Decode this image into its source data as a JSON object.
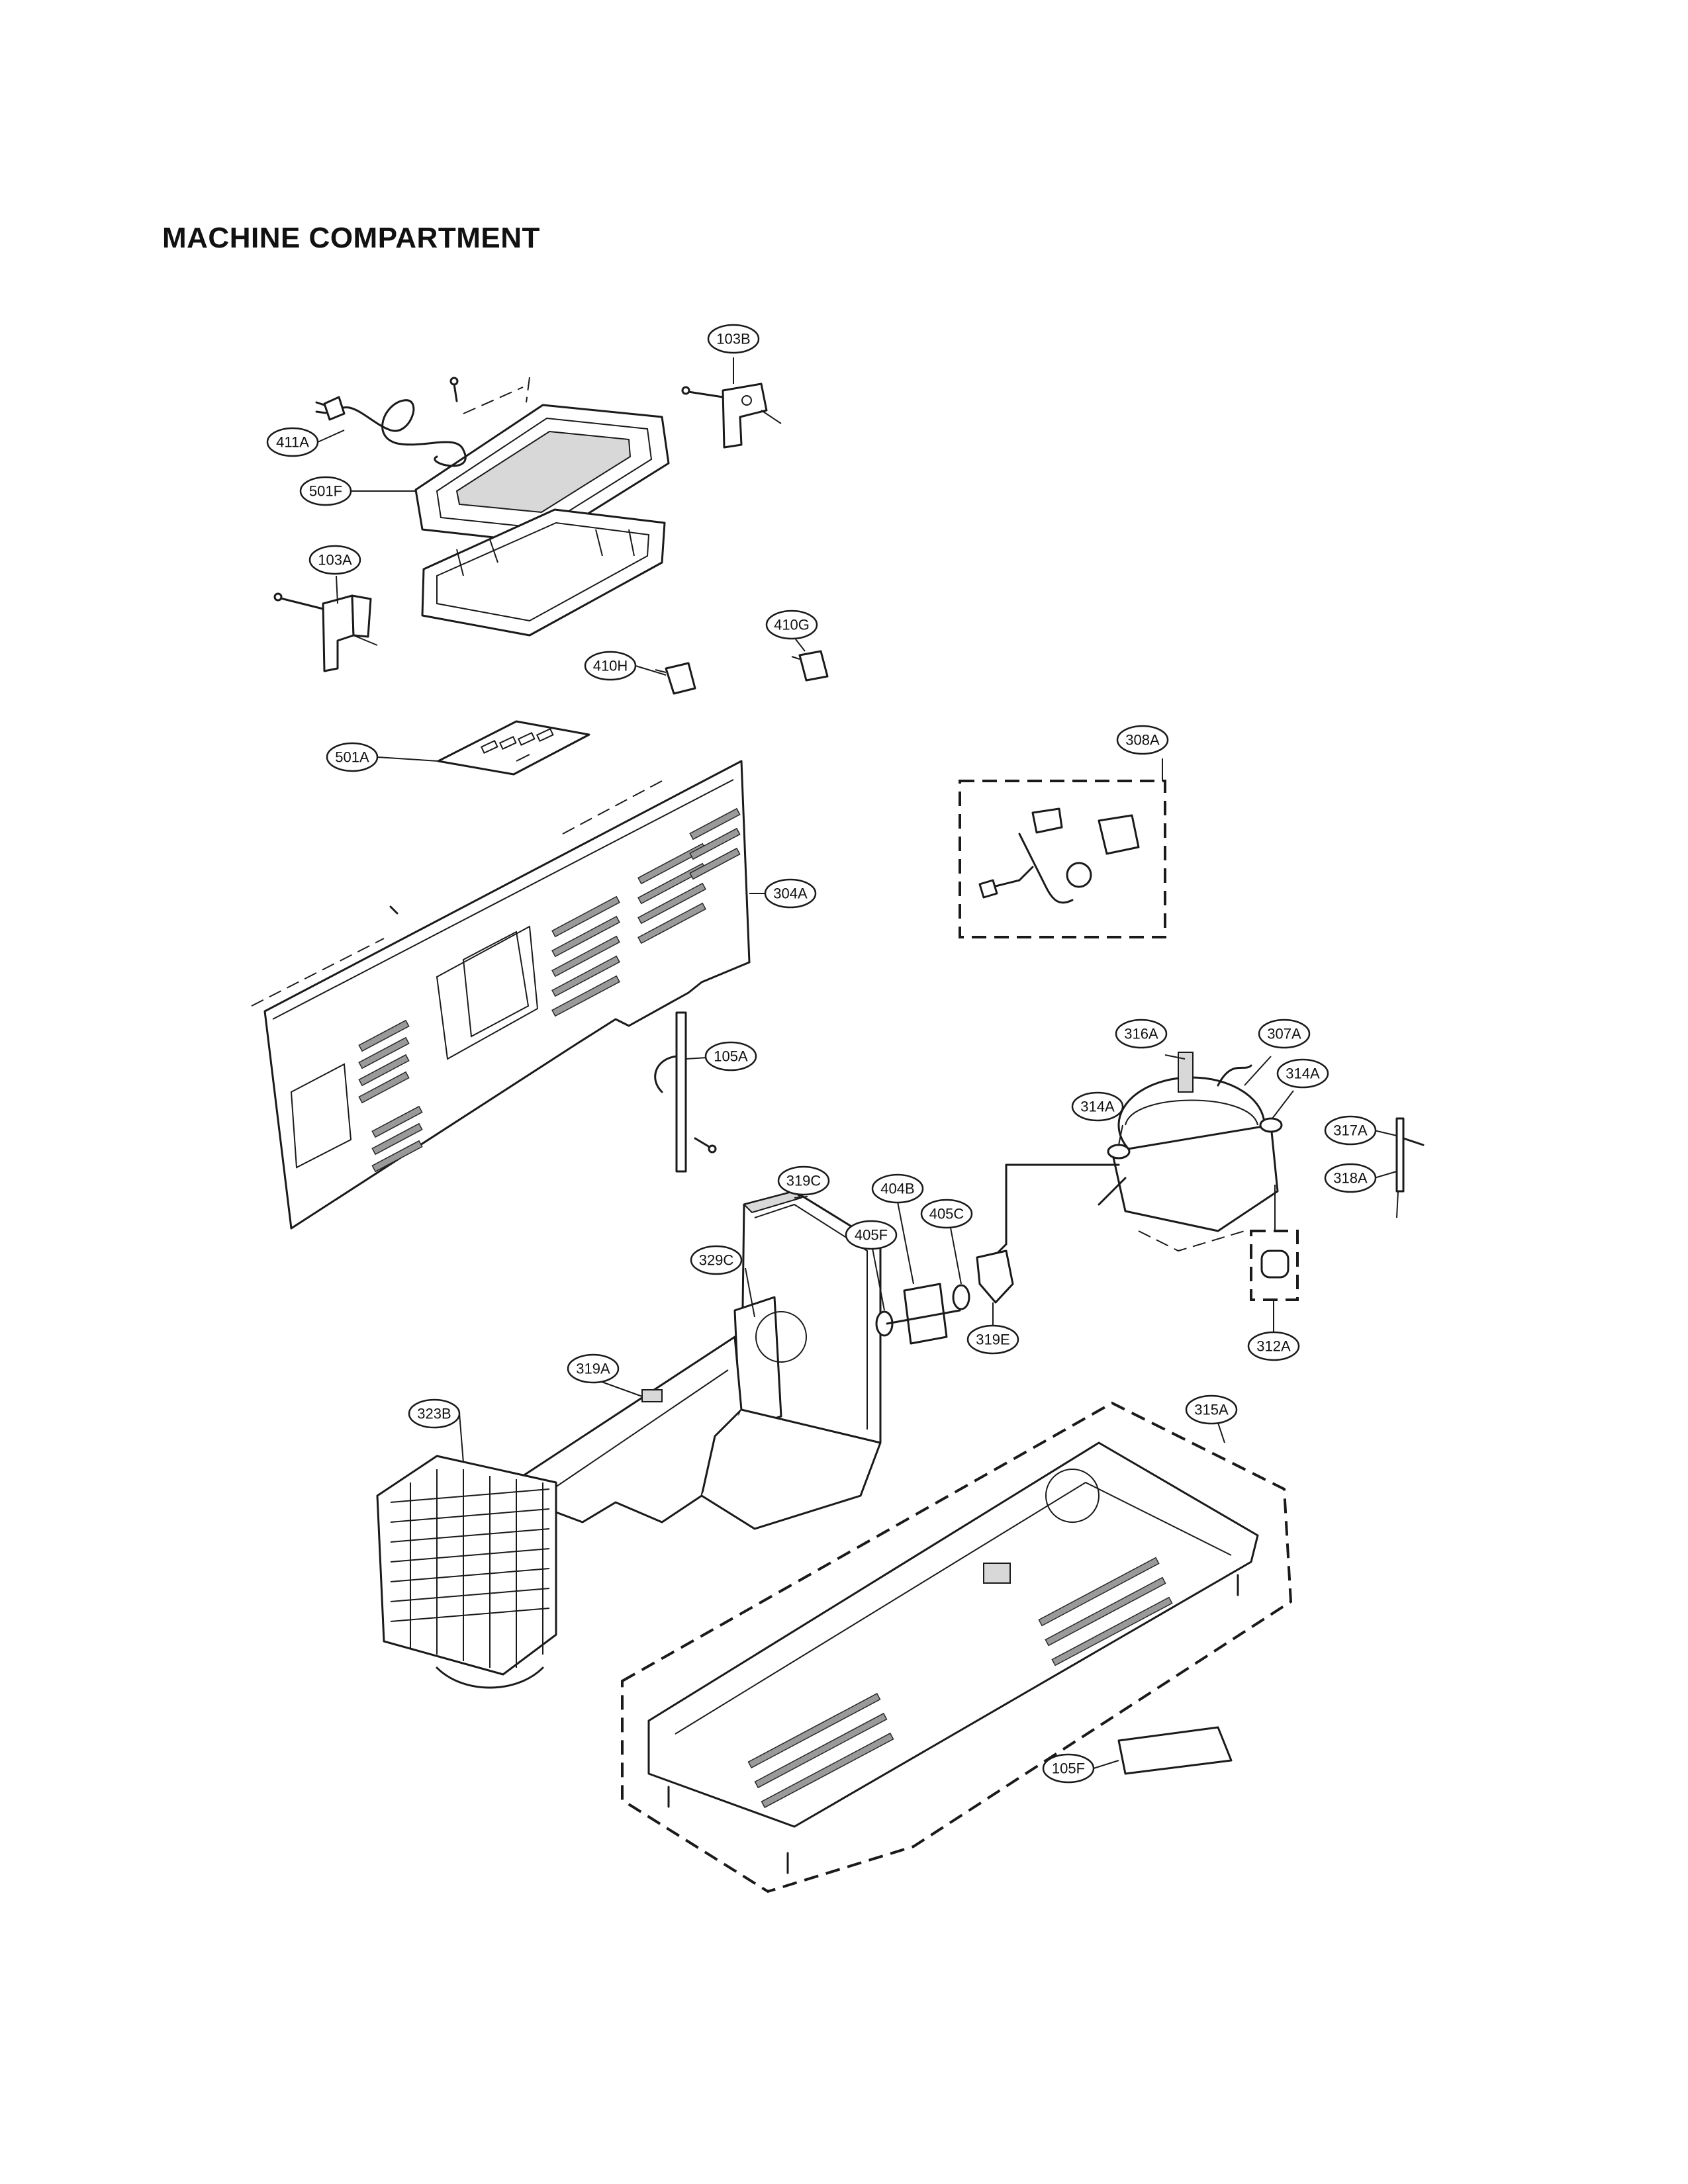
{
  "page": {
    "title": "MACHINE COMPARTMENT"
  },
  "callouts": {
    "c103B": "103B",
    "c411A": "411A",
    "c501F": "501F",
    "c103A": "103A",
    "c410H": "410H",
    "c410G": "410G",
    "c501A": "501A",
    "c308A": "308A",
    "c304A": "304A",
    "c105A": "105A",
    "c316A": "316A",
    "c307A": "307A",
    "c314A_left": "314A",
    "c314A_right": "314A",
    "c317A": "317A",
    "c318A": "318A",
    "c319C": "319C",
    "c404B": "404B",
    "c405C": "405C",
    "c405F": "405F",
    "c329C": "329C",
    "c319E": "319E",
    "c312A": "312A",
    "c319A": "319A",
    "c323B": "323B",
    "c315A": "315A",
    "c105F": "105F"
  }
}
